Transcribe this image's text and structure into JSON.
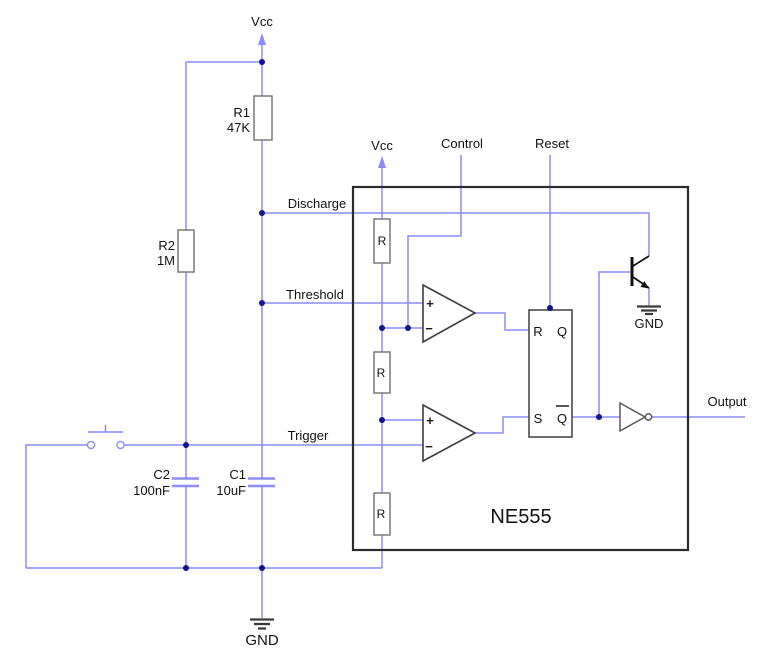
{
  "diagram": {
    "ic_label": "NE555",
    "colors": {
      "wire": "#8c8cfa",
      "junction": "#14148c",
      "outline": "#2b2b2b",
      "component": "#7a7a7a",
      "text": "#111111"
    },
    "labels": {
      "vcc_top": "Vcc",
      "vcc_ic": "Vcc",
      "control": "Control",
      "reset": "Reset",
      "discharge": "Discharge",
      "threshold": "Threshold",
      "trigger": "Trigger",
      "output": "Output",
      "gnd_ic": "GND",
      "gnd_bottom": "GND"
    },
    "components": {
      "r1": {
        "name": "R1",
        "value": "47K"
      },
      "r2": {
        "name": "R2",
        "value": "1M"
      },
      "c1": {
        "name": "C1",
        "value": "10uF"
      },
      "c2": {
        "name": "C2",
        "value": "100nF"
      },
      "divider_resistor": "R"
    },
    "flipflop": {
      "reset_in": "R",
      "set_in": "S",
      "q_out": "Q",
      "qbar_out": "Q"
    },
    "comparator": {
      "plus": "+",
      "minus": "−"
    }
  }
}
